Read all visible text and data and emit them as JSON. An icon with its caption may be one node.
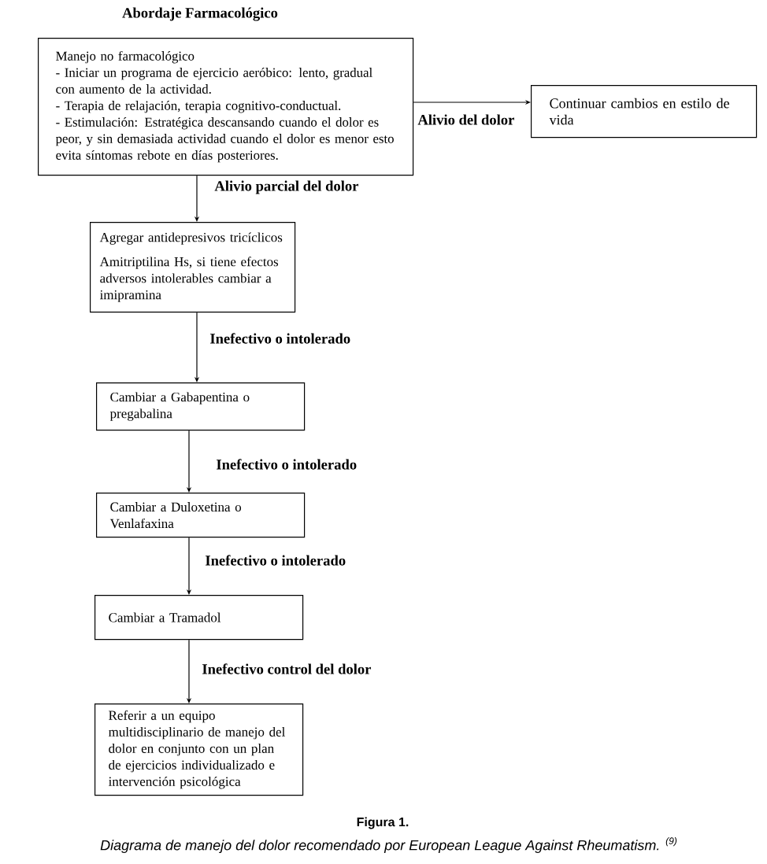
{
  "diagram": {
    "title": "Abordaje Farmacológico",
    "caption": "Diagrama de manejo del dolor recomendado por European League Against Rheumatism. $^{(9)}$",
    "nodes": [
      {
        "text": [
          "Manejo no farmacológico",
          "- Iniciar un programa de ejercicio aeróbico: lento, gradual con aumento de la actividad.",
          "- Terapia de relajación, terapia cognitivo-conductual.",
          "- Estimulación: Estratégica descansando cuando el dolor es peor, y sin demasiada actividad cuando el dolor es menor esto evita síntomas rebote en días posteriores."
        ]
      },
      {
        "text": [
          "Continuar cambios en estilo de vida"
        ]
      },
      {
        "text": [
          "Agregar antidepresivos tricíclicos",
          "Amitriptilina Hs, si tiene efectos adversos intolerables cambiar a imipramina"
        ]
      },
      {
        "text": [
          "Cambiar a Gabapentina o pregabalina"
        ]
      },
      {
        "text": [
          "Cambiar a Duloxetina o Venlafaxina"
        ]
      },
      {
        "text": [
          "Cambiar a Tramadol"
        ]
      },
      {
        "text": [
          "Referir a un equipo multidisciplinario de manejo del dolor en conjunto con un plan de ejercicios individualizado e intervención psicológica"
        ]
      }
    ],
    "edges": [
      {
        "from": 0,
        "to": 1,
        "arrow": "to",
        "label": "Alivio del dolor"
      },
      {
        "from": 0,
        "to": 2,
        "arrow": "to",
        "label": "Alivio parcial del dolor"
      },
      {
        "from": 2,
        "to": 3,
        "arrow": "to",
        "label": "Inefectivo o intolerado"
      },
      {
        "from": 3,
        "to": 4,
        "arrow": "to",
        "label": "Inefectivo o intolerado"
      },
      {
        "from": 4,
        "to": 5,
        "arrow": "to",
        "label": "Inefectivo o intolerado"
      },
      {
        "from": 5,
        "to": 6,
        "arrow": "to",
        "label": "Inefectivo control del dolor"
      }
    ],
    "labels": [
      "Figura 1."
    ]
  }
}
